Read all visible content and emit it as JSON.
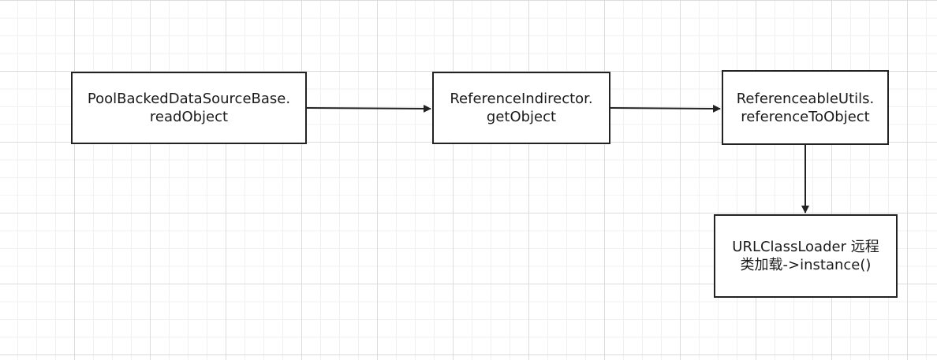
{
  "diagram": {
    "nodes": [
      {
        "id": "n1",
        "lines": [
          "PoolBackedDataSourceBase.",
          "readObject"
        ]
      },
      {
        "id": "n2",
        "lines": [
          "ReferenceIndirector.",
          "getObject"
        ]
      },
      {
        "id": "n3",
        "lines": [
          "ReferenceableUtils.",
          "referenceToObject"
        ]
      },
      {
        "id": "n4",
        "lines": [
          "URLClassLoader 远程",
          "类加载->instance()"
        ]
      }
    ],
    "edges": [
      {
        "from": "n1",
        "to": "n2"
      },
      {
        "from": "n2",
        "to": "n3"
      },
      {
        "from": "n3",
        "to": "n4"
      }
    ],
    "colors": {
      "stroke": "#222222",
      "text": "#1a1a1a",
      "grid": "#dcdcdc",
      "background": "#ffffff"
    }
  }
}
